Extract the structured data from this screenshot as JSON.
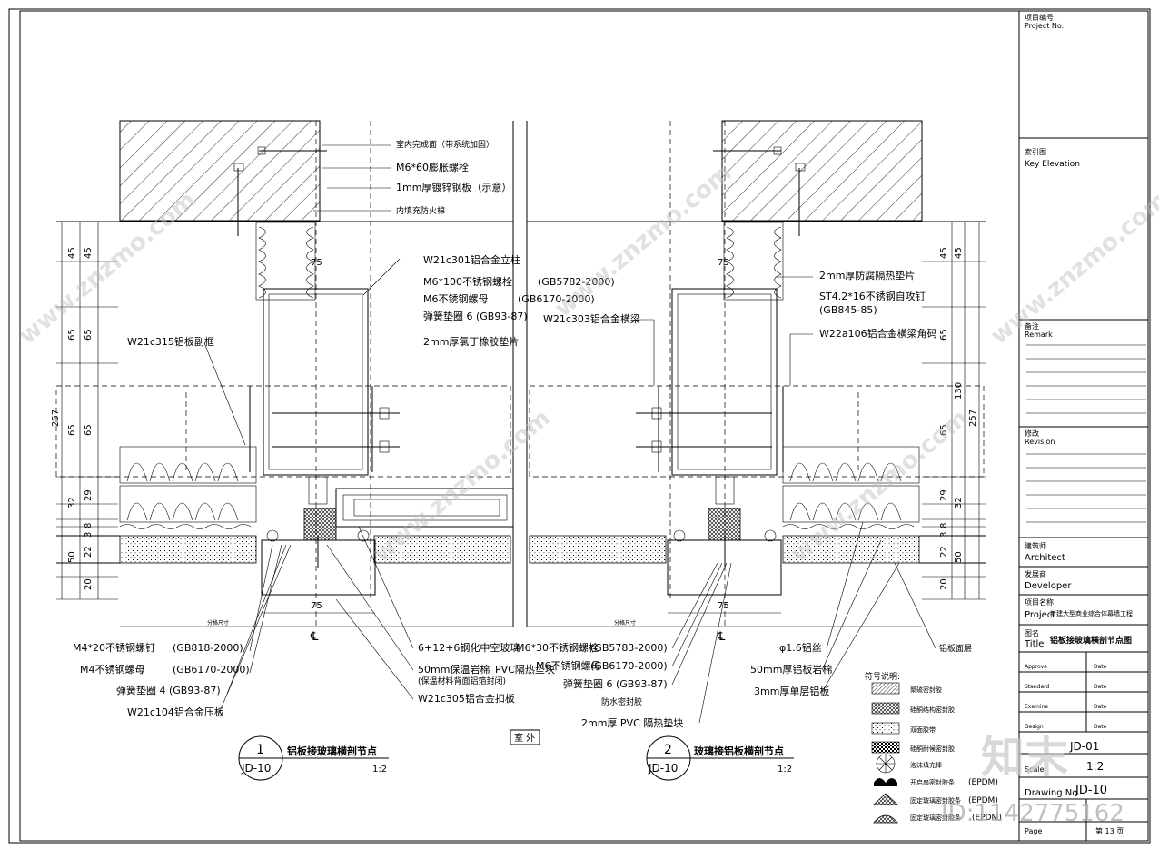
{
  "title_block": {
    "project_no_cn": "项目编号",
    "project_no": "Project No.",
    "key_elev_cn": "索引图",
    "key_elev": "Key Elevation",
    "remark_cn": "备注",
    "remark": "Remark",
    "revision_cn": "修改",
    "revision": "Revision",
    "architect_cn": "建筑师",
    "architect": "Architect",
    "developer_cn": "发展商",
    "developer": "Developer",
    "project_cn": "项目名称",
    "project": "Project",
    "project_value": "新建大型商业综合体幕墙工程",
    "title_cn": "图名",
    "title": "Title",
    "title_value": "铝板接玻璃横剖节点图",
    "approve": "Approve",
    "standard": "Standard",
    "examine": "Examine",
    "design": "Design",
    "date": "Date",
    "drawing_label": "JD-01",
    "scale_label": "Scale",
    "scale_value": "1:2",
    "drawing_no_label": "Drawing No.",
    "drawing_no": "JD-10",
    "page_label": "Page",
    "page_value": "第 13 页",
    "id_text": "ID:1142775162",
    "brand": "知末"
  },
  "left_labels": [
    "室内完成面（带系统加固）",
    "M6*60膨胀螺栓",
    "1mm厚镀锌钢板（示意）",
    "内填充防火棉",
    "W21c301铝合金立柱",
    "M6*100不锈钢螺栓",
    "M6不锈钢螺母",
    "弹簧垫圈 6 (GB93-87)",
    "2mm厚氯丁橡胶垫片",
    "W21c315铝板副框"
  ],
  "middle_labels": [
    "(GB5782-2000)",
    "(GB6170-2000)",
    "W21c303铝合金横梁"
  ],
  "right_labels": [
    "2mm厚防腐隔热垫片",
    "ST4.2*16不锈钢自攻钉",
    "(GB845-85)",
    "W22a106铝合金横梁角码"
  ],
  "bottom_left_labels": [
    "M4*20不锈钢螺钉",
    "(GB818-2000)",
    "M4不锈钢螺母",
    "(GB6170-2000)",
    "弹簧垫圈 4 (GB93-87)",
    "W21c104铝合金压板",
    "6+12+6钢化中空玻璃",
    "50mm保温岩棉",
    "(保温材料背面铝箔封闭)",
    "W21c305铝合金扣板",
    "PVC隔热垫块"
  ],
  "bottom_right_labels": [
    "M6*30不锈钢螺栓",
    "(GB5783-2000)",
    "M6不锈钢螺母",
    "(GB6170-2000)",
    "弹簧垫圈 6 (GB93-87)",
    "防水密封胶",
    "2mm厚 PVC 隔热垫块",
    "φ1.6铝丝",
    "50mm厚铝板岩棉",
    "3mm厚单层铝板",
    "铝板面层"
  ],
  "dims_left": [
    "45",
    "45",
    "65",
    "65",
    "65",
    "65",
    "29",
    "32",
    "8",
    "3",
    "22",
    "50",
    "20",
    "257"
  ],
  "dims_right": [
    "45",
    "45",
    "65",
    "130",
    "65",
    "32",
    "29",
    "8",
    "3",
    "22",
    "50",
    "20",
    "257"
  ],
  "dims_mid": [
    "75",
    "75",
    "75",
    "75"
  ],
  "detail1": {
    "num": "1",
    "ref": "JD-10",
    "title": "铝板接玻璃横剖节点",
    "scale": "1:2"
  },
  "detail2": {
    "num": "2",
    "ref": "JD-10",
    "title": "玻璃接铝板横剖节点",
    "scale": "1:2"
  },
  "outside_label": "室  外",
  "cl_left": "℄",
  "cl_right": "℄",
  "modulus_left": "分格尺寸",
  "modulus_right": "分格尺寸",
  "legend": {
    "heading": "符号说明:",
    "items": [
      {
        "text": "聚硫密封胶",
        "icon": "hatch-dense-icon"
      },
      {
        "text": "硅酮结构密封胶",
        "icon": "cross-hatch-icon"
      },
      {
        "text": "双面胶带",
        "icon": "dots-icon"
      },
      {
        "text": "硅酮耐候密封胶",
        "icon": "checker-icon"
      },
      {
        "text": "泡沫填充棒",
        "icon": "circle-icon"
      },
      {
        "text": "开启扇密封胶条",
        "extra": "(EPDM)",
        "icon": "gasket-icon"
      },
      {
        "text": "固定玻璃密封胶条",
        "extra": "(EPDM)",
        "icon": "gasket2-icon"
      },
      {
        "text": "固定玻璃密封胶条",
        "extra": "(EPDM)",
        "icon": "gasket3-icon"
      }
    ]
  },
  "watermark": "www.znzmo.com"
}
